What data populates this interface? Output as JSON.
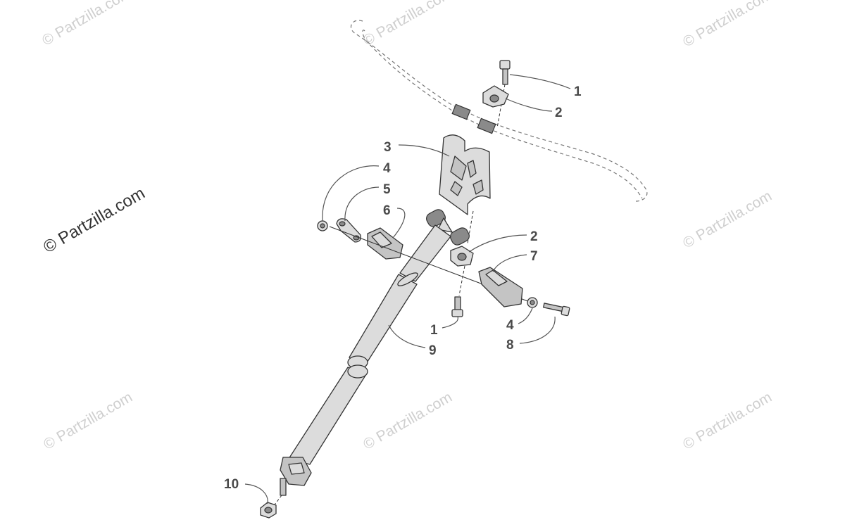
{
  "watermarks": {
    "small": "© Partzilla.com",
    "large": "© Partzilla.com"
  },
  "callouts": {
    "c1_top": "1",
    "c2_top": "2",
    "c3": "3",
    "c4_left": "4",
    "c5": "5",
    "c6": "6",
    "c2_right": "2",
    "c7": "7",
    "c1_low": "1",
    "c4_right": "4",
    "c9": "9",
    "c8": "8",
    "c10": "10"
  },
  "colors": {
    "watermark": "#cfcfcf",
    "callout_text": "#4a4a4a",
    "line": "#333333"
  }
}
